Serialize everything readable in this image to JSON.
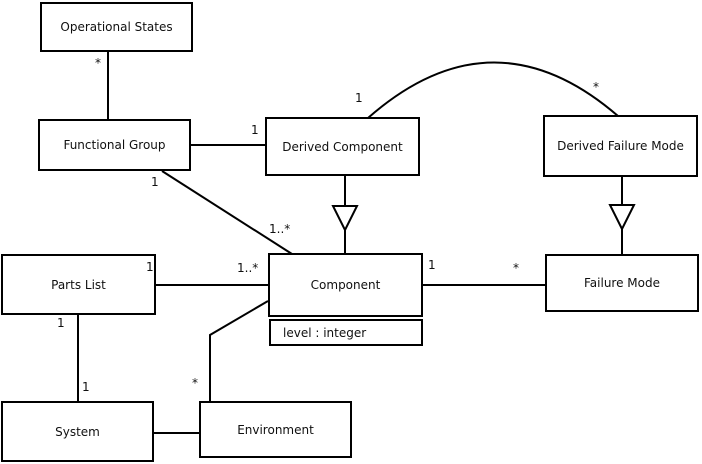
{
  "diagram": {
    "type": "uml-class-diagram",
    "background_color": "#ffffff",
    "line_color": "#000000",
    "classes": {
      "operational_states": {
        "name": "Operational States"
      },
      "functional_group": {
        "name": "Functional Group"
      },
      "derived_component": {
        "name": "Derived Component"
      },
      "derived_failure_mode": {
        "name": "Derived Failure Mode"
      },
      "parts_list": {
        "name": "Parts List"
      },
      "component": {
        "name": "Component",
        "attribute": "level : integer"
      },
      "failure_mode": {
        "name": "Failure Mode"
      },
      "system": {
        "name": "System"
      },
      "environment": {
        "name": "Environment"
      }
    },
    "multiplicities": {
      "os_fg_star": "*",
      "fg_dc_one": "1",
      "fg_comp_one": "1",
      "fg_comp_many": "1..*",
      "arc_dc_one": "1",
      "arc_dfm_star": "*",
      "pl_comp_one": "1",
      "pl_comp_many": "1..*",
      "comp_fm_one": "1",
      "comp_fm_star": "*",
      "pl_sys_one_top": "1",
      "pl_sys_one_bottom": "1",
      "env_comp_star": "*"
    }
  }
}
